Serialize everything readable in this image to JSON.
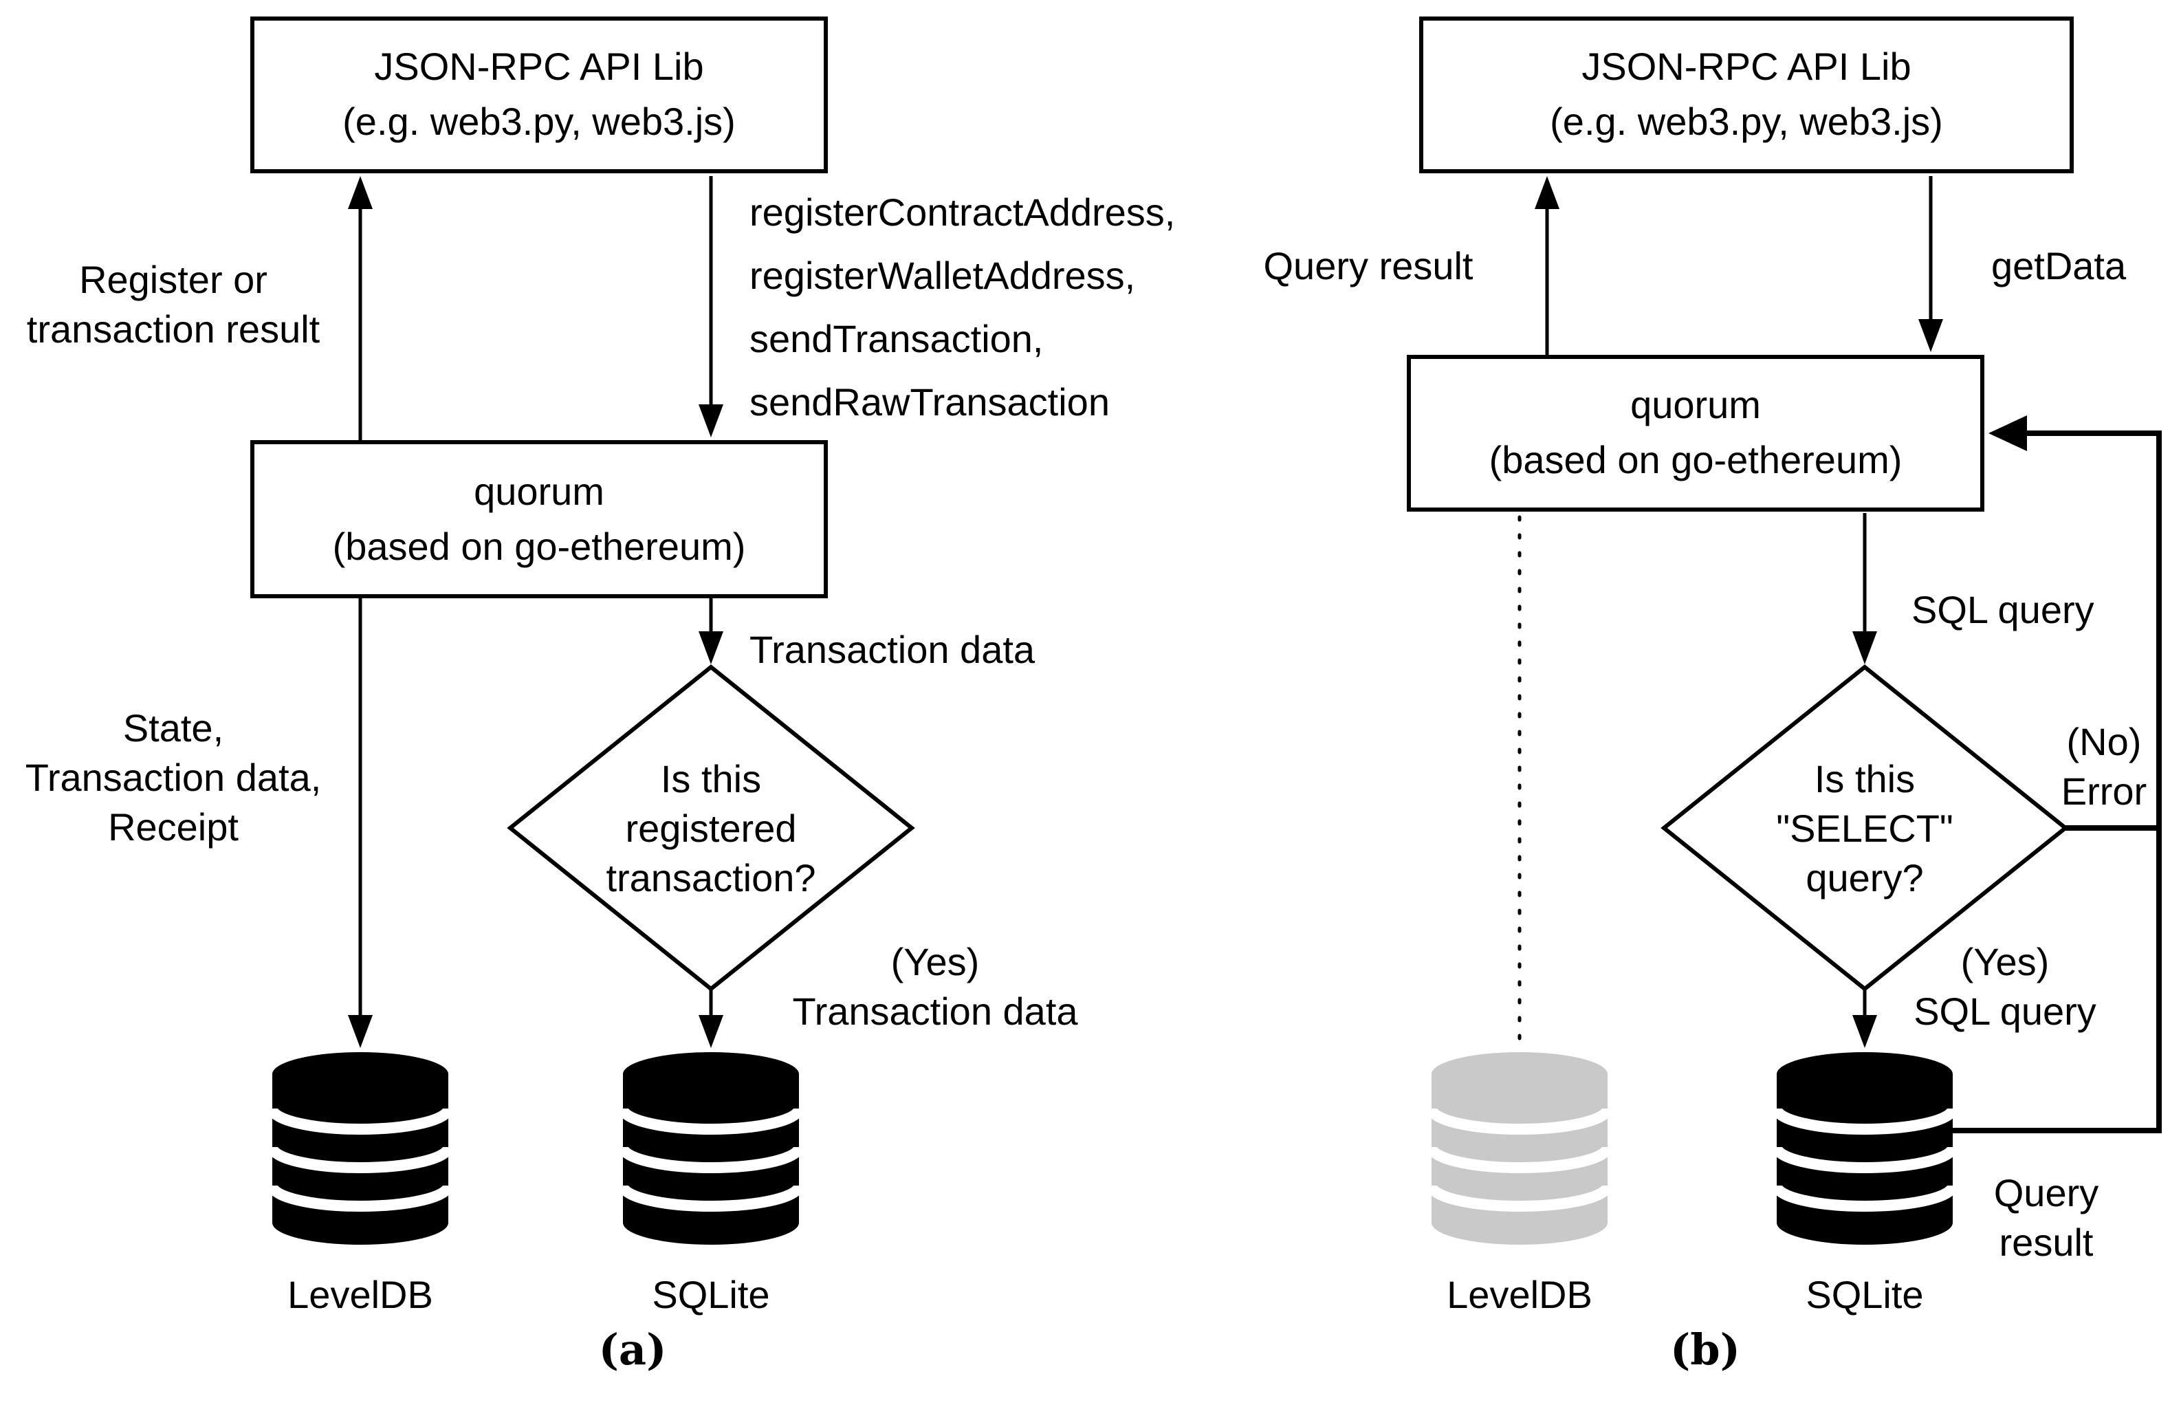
{
  "figure": {
    "colors": {
      "ink": "#000000",
      "disabled_gray": "#c9c9c9",
      "background": "#ffffff"
    },
    "panels": [
      {
        "caption": "(a)",
        "api_box": "JSON-RPC API Lib\n(e.g. web3.py, web3.js)",
        "quorum_box": "quorum\n(based on go-ethereum)",
        "edge_labels": {
          "result_up": "Register or\ntransaction result",
          "request_down": "registerContractAddress,\nregisterWalletAddress,\nsendTransaction,\nsendRawTransaction",
          "to_leveldb": "State,\nTransaction data,\nReceipt",
          "to_decision": "Transaction data",
          "yes_branch": "(Yes)\nTransaction data"
        },
        "decision": "Is this\nregistered\ntransaction?",
        "databases": [
          {
            "name": "LevelDB",
            "state": "active"
          },
          {
            "name": "SQLite",
            "state": "active"
          }
        ]
      },
      {
        "caption": "(b)",
        "api_box": "JSON-RPC API Lib\n(e.g. web3.py, web3.js)",
        "quorum_box": "quorum\n(based on go-ethereum)",
        "edge_labels": {
          "result_up": "Query result",
          "request_down": "getData",
          "to_decision": "SQL query",
          "yes_branch": "(Yes)\nSQL query",
          "no_branch": "(No)\nError",
          "loop_result": "Query\nresult"
        },
        "decision": "Is this\n\"SELECT\"\nquery?",
        "databases": [
          {
            "name": "LevelDB",
            "state": "inactive"
          },
          {
            "name": "SQLite",
            "state": "active"
          }
        ]
      }
    ]
  }
}
